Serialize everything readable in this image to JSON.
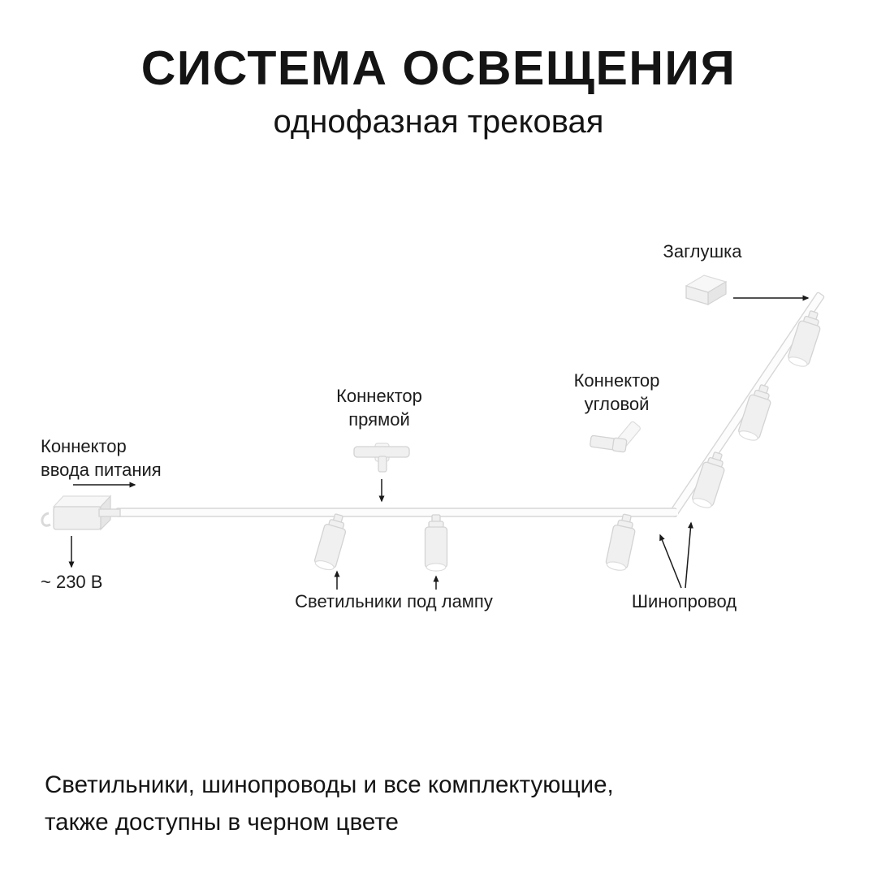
{
  "header": {
    "title": "СИСТЕМА ОСВЕЩЕНИЯ",
    "subtitle": "однофазная трековая"
  },
  "diagram": {
    "labels": {
      "end_cap": "Заглушка",
      "corner_connector": "Коннектор\nугловой",
      "straight_connector": "Коннектор\nпрямой",
      "power_input": "Коннектор\nввода питания",
      "voltage": "~ 230 В",
      "lamps": "Светильники под лампу",
      "track": "Шинопровод"
    }
  },
  "footer": {
    "text": "Светильники, шинопроводы и все комплектующие,\nтакже доступны в черном цвете"
  }
}
